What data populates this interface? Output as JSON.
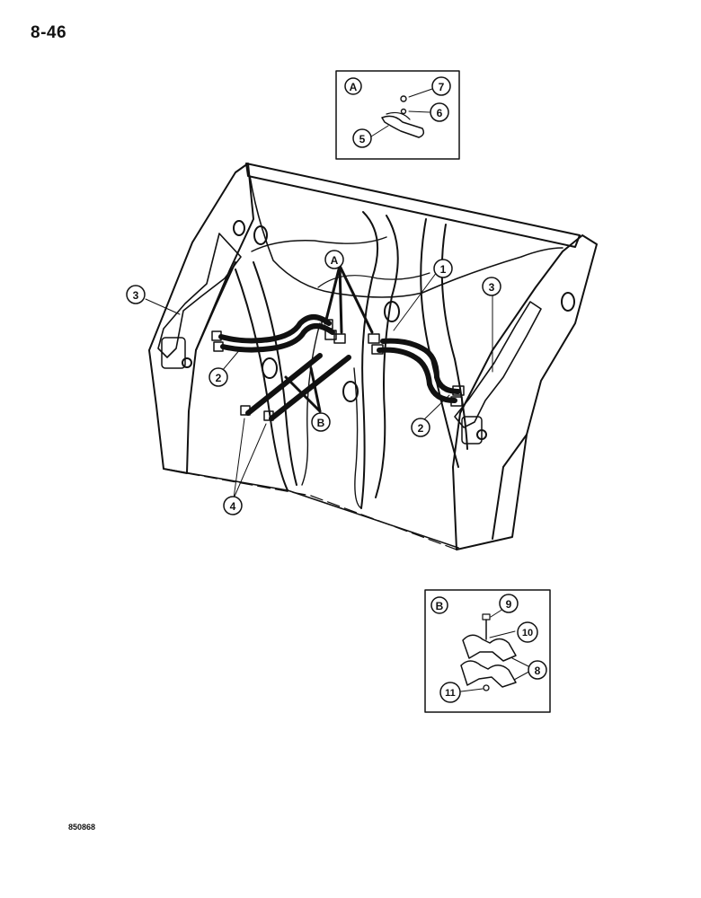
{
  "page": {
    "number": "8-46",
    "figure_code": "850868"
  },
  "insets": {
    "A": {
      "letter": "A",
      "callouts": [
        "7",
        "6",
        "5"
      ]
    },
    "B": {
      "letter": "B",
      "callouts": [
        "9",
        "10",
        "8",
        "11"
      ]
    }
  },
  "callouts": {
    "c1": "1",
    "c2_left": "2",
    "c2_right": "2",
    "c3_left": "3",
    "c3_right": "3",
    "c4": "4",
    "cA": "A",
    "cB": "B"
  },
  "colors": {
    "ink": "#111111",
    "paper": "#ffffff"
  }
}
